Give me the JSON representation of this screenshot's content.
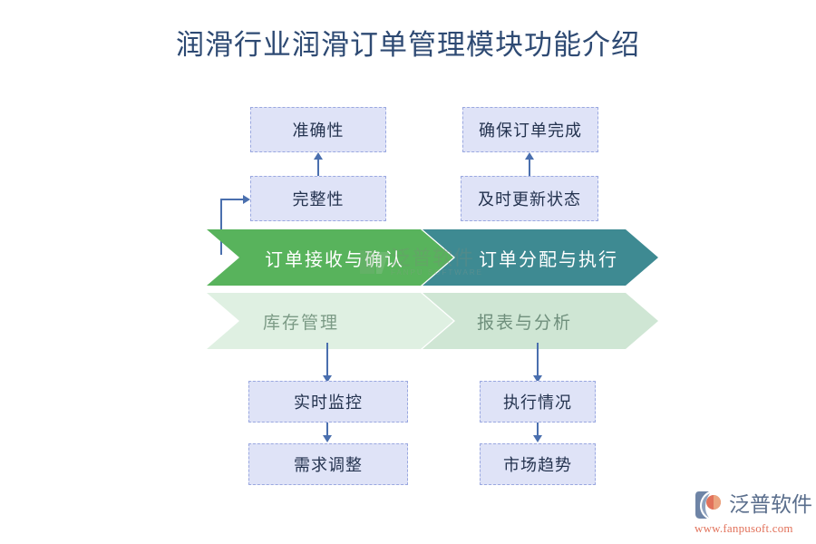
{
  "page": {
    "title": "润滑行业润滑订单管理模块功能介绍",
    "background_color": "#ffffff",
    "title_color": "#2e4a73"
  },
  "diagram": {
    "type": "process-chevron-flow",
    "stages": [
      {
        "id": "order-receive",
        "label": "订单接收与确认",
        "color": "#58b35c",
        "row": "top",
        "column": "left",
        "features": [
          {
            "id": "accuracy",
            "label": "准确性"
          },
          {
            "id": "completeness",
            "label": "完整性"
          }
        ]
      },
      {
        "id": "order-dispatch",
        "label": "订单分配与执行",
        "color": "#3e8a92",
        "row": "top",
        "column": "right",
        "features": [
          {
            "id": "ensure-complete",
            "label": "确保订单完成"
          },
          {
            "id": "update-status",
            "label": "及时更新状态"
          }
        ]
      },
      {
        "id": "inventory",
        "label": "库存管理",
        "color": "#dff0e2",
        "row": "bottom",
        "column": "left",
        "features": [
          {
            "id": "realtime-monitor",
            "label": "实时监控"
          },
          {
            "id": "demand-adjust",
            "label": "需求调整"
          }
        ]
      },
      {
        "id": "report-analysis",
        "label": "报表与分析",
        "color": "#cfe6d4",
        "row": "bottom",
        "column": "right",
        "features": [
          {
            "id": "execution-status",
            "label": "执行情况"
          },
          {
            "id": "market-trend",
            "label": "市场趋势"
          }
        ]
      }
    ],
    "box_style": {
      "fill": "#dfe3f7",
      "border": "#9aa8e0",
      "border_style": "dashed",
      "text_color": "#24334f"
    },
    "connector_color": "#4a6fae"
  },
  "watermark": {
    "name": "泛普软件",
    "subtitle": "FANPU SOFTWARE"
  },
  "brand": {
    "name": "泛普软件",
    "url": "www.fanpusoft.com",
    "name_color": "#5a6e8c",
    "url_color": "#e2725b"
  }
}
